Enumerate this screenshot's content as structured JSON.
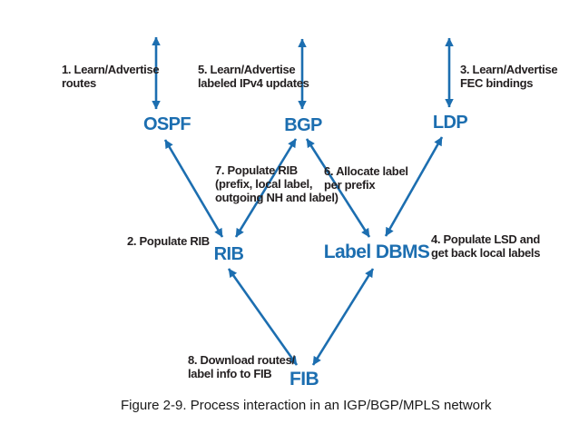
{
  "figure": {
    "caption": "Figure 2-9. Process interaction in an IGP/BGP/MPLS network"
  },
  "colors": {
    "accent_blue": "#1c6eb0",
    "text_black": "#231f20",
    "background": "#ffffff"
  },
  "diagram": {
    "nodes": [
      {
        "id": "ospf",
        "label": "OSPF"
      },
      {
        "id": "bgp",
        "label": "BGP"
      },
      {
        "id": "ldp",
        "label": "LDP"
      },
      {
        "id": "rib",
        "label": "RIB"
      },
      {
        "id": "label_dbms",
        "label": "Label DBMS"
      },
      {
        "id": "fib",
        "label": "FIB"
      }
    ],
    "annotations": [
      {
        "id": "1",
        "text": "1. Learn/Advertise\nroutes"
      },
      {
        "id": "5",
        "text": "5. Learn/Advertise\nlabeled IPv4 updates"
      },
      {
        "id": "3",
        "text": "3. Learn/Advertise\nFEC bindings"
      },
      {
        "id": "7",
        "text": "7. Populate RIB\n(prefix, local label,\noutgoing NH and label)"
      },
      {
        "id": "6",
        "text": "6. Allocate label\nper prefix"
      },
      {
        "id": "2",
        "text": "2. Populate RIB"
      },
      {
        "id": "4",
        "text": "4. Populate LSD and\nget back local labels"
      },
      {
        "id": "8",
        "text": "8. Download routes/\nlabel info to FIB"
      }
    ],
    "connectors": [
      {
        "from": "network",
        "to": "ospf",
        "direction": "both"
      },
      {
        "from": "network",
        "to": "bgp",
        "direction": "both"
      },
      {
        "from": "network",
        "to": "ldp",
        "direction": "both"
      },
      {
        "from": "ospf",
        "to": "rib",
        "direction": "both"
      },
      {
        "from": "bgp",
        "to": "rib",
        "direction": "both"
      },
      {
        "from": "bgp",
        "to": "label_dbms",
        "direction": "both"
      },
      {
        "from": "ldp",
        "to": "label_dbms",
        "direction": "both"
      },
      {
        "from": "rib",
        "to": "fib",
        "direction": "both"
      },
      {
        "from": "label_dbms",
        "to": "fib",
        "direction": "both"
      }
    ]
  }
}
